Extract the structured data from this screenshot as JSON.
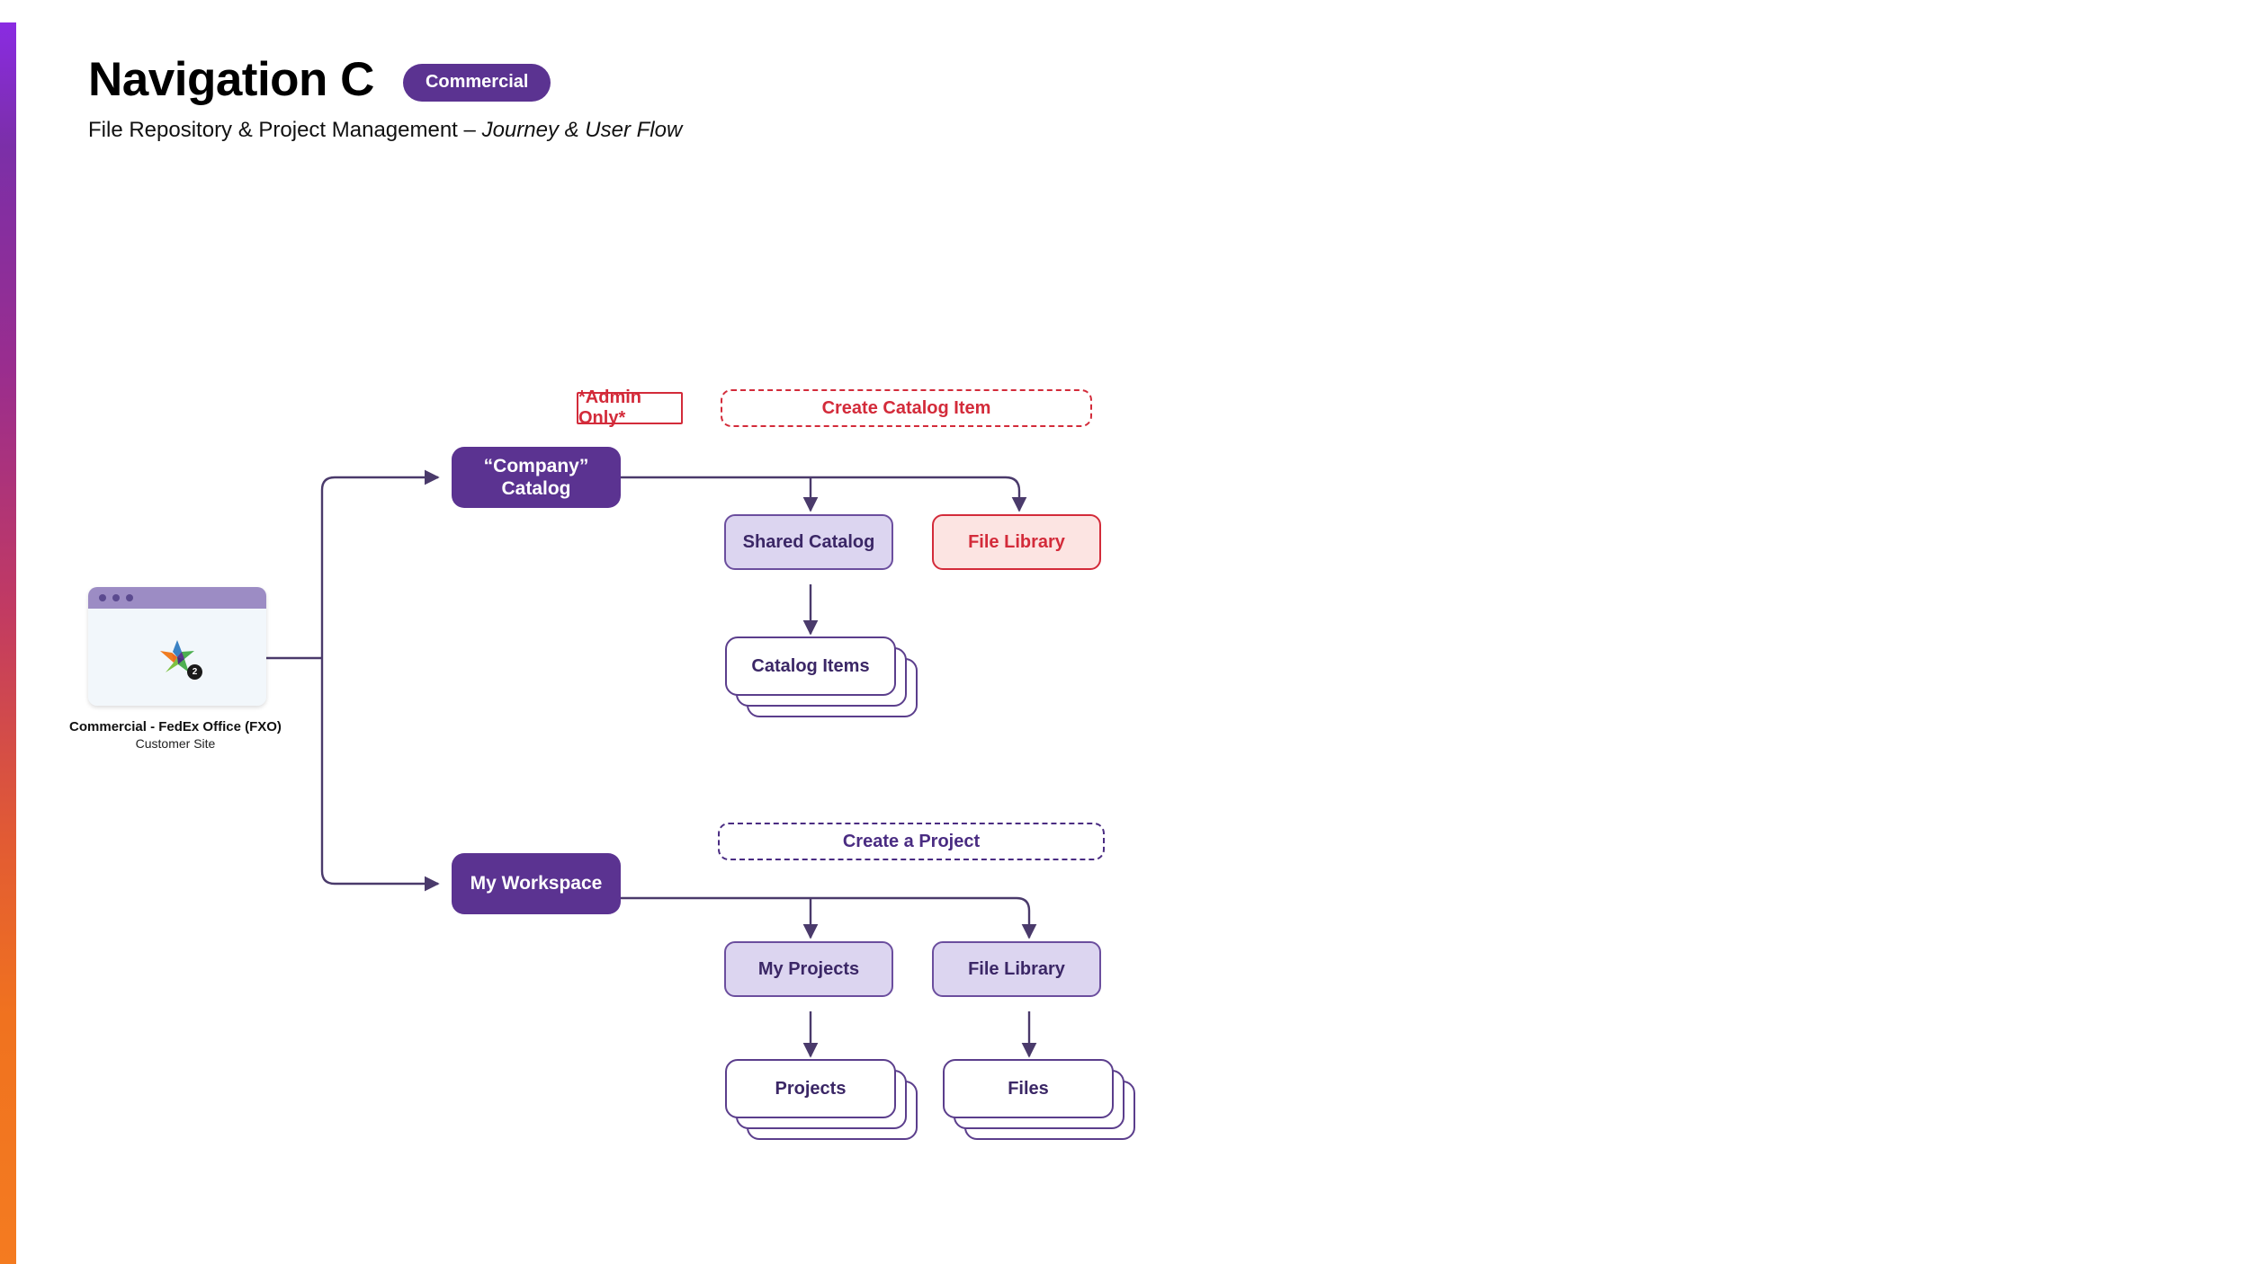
{
  "header": {
    "title": "Navigation C",
    "badge": "Commercial",
    "subtitle_main": "File Repository & Project Management",
    "subtitle_dash": "–",
    "subtitle_italic": "Journey & User Flow"
  },
  "theme": {
    "primary_purple": "#5B3391",
    "secondary_lavender": "#DCD5F0",
    "danger_red": "#D32B3A",
    "danger_bg": "#FCE4E2",
    "edge_stroke": "#4A3A6B",
    "accent_gradient_start": "#8A2BE2",
    "accent_gradient_end": "#F47B20",
    "text_dark_purple": "#3B2766"
  },
  "entry": {
    "name": "browser-mockup",
    "dots": 3,
    "logo_icon": "multicolor-asterisk-logo",
    "logo_badge_count": "2",
    "caption_title": "Commercial - FedEx Office (FXO)",
    "caption_subtitle": "Customer Site"
  },
  "catalog_branch": {
    "admin_label": "*Admin Only*",
    "action": "Create Catalog Item",
    "root": "“Company” Catalog",
    "children": [
      {
        "label": "Shared Catalog",
        "style": "secondary"
      },
      {
        "label": "File Library",
        "style": "danger"
      }
    ],
    "leaf_stack": {
      "label": "Catalog Items",
      "depth": 3
    }
  },
  "workspace_branch": {
    "action": "Create a Project",
    "root": "My Workspace",
    "children": [
      {
        "label": "My Projects",
        "style": "secondary"
      },
      {
        "label": "File Library",
        "style": "secondary"
      }
    ],
    "leaf_stacks": [
      {
        "label": "Projects",
        "depth": 3
      },
      {
        "label": "Files",
        "depth": 3
      }
    ]
  }
}
